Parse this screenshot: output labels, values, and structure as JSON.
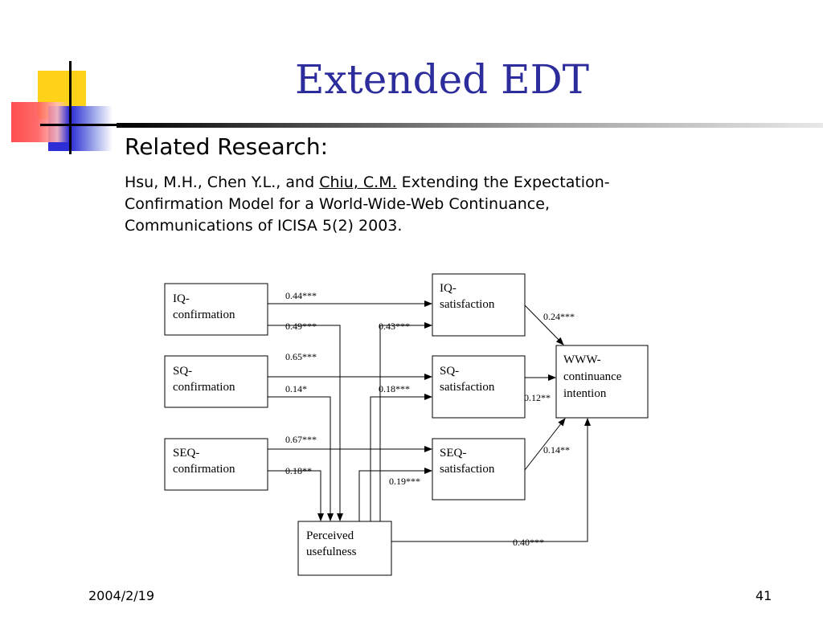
{
  "slide": {
    "title": "Extended EDT",
    "heading": "Related Research:",
    "citation": {
      "authors_pre": "Hsu, M.H., Chen Y.L., and ",
      "author_underlined": "Chiu, C.M.",
      "rest": " Extending the Expectation-Confirmation Model for a World-Wide-Web Continuance, Communications of ICISA 5(2) 2003."
    },
    "footer": {
      "date": "2004/2/19",
      "page": "41"
    }
  },
  "diagram": {
    "boxes": {
      "iq_conf": [
        "IQ-",
        "confirmation"
      ],
      "sq_conf": [
        "SQ-",
        "confirmation"
      ],
      "seq_conf": [
        "SEQ-",
        "confirmation"
      ],
      "iq_sat": [
        "IQ-",
        "satisfaction"
      ],
      "sq_sat": [
        "SQ-",
        "satisfaction"
      ],
      "seq_sat": [
        "SEQ-",
        "satisfaction"
      ],
      "www": [
        "WWW-",
        "continuance",
        "intention"
      ],
      "pu": [
        "Perceived",
        "usefulness"
      ]
    },
    "coefficients": {
      "iqc_iqs": "0.44***",
      "iqc_pu": "0.49***",
      "pu_iqs": "0.43***",
      "sqc_sqs": "0.65***",
      "sqc_pu": "0.14*",
      "pu_sqs": "0.18***",
      "seqc_seqs": "0.67***",
      "seqc_pu": "0.18**",
      "pu_seqs": "0.19***",
      "iqs_www": "0.24***",
      "sqs_www": "0.12**",
      "seqs_www": "0.14**",
      "pu_www": "0.40***"
    }
  }
}
